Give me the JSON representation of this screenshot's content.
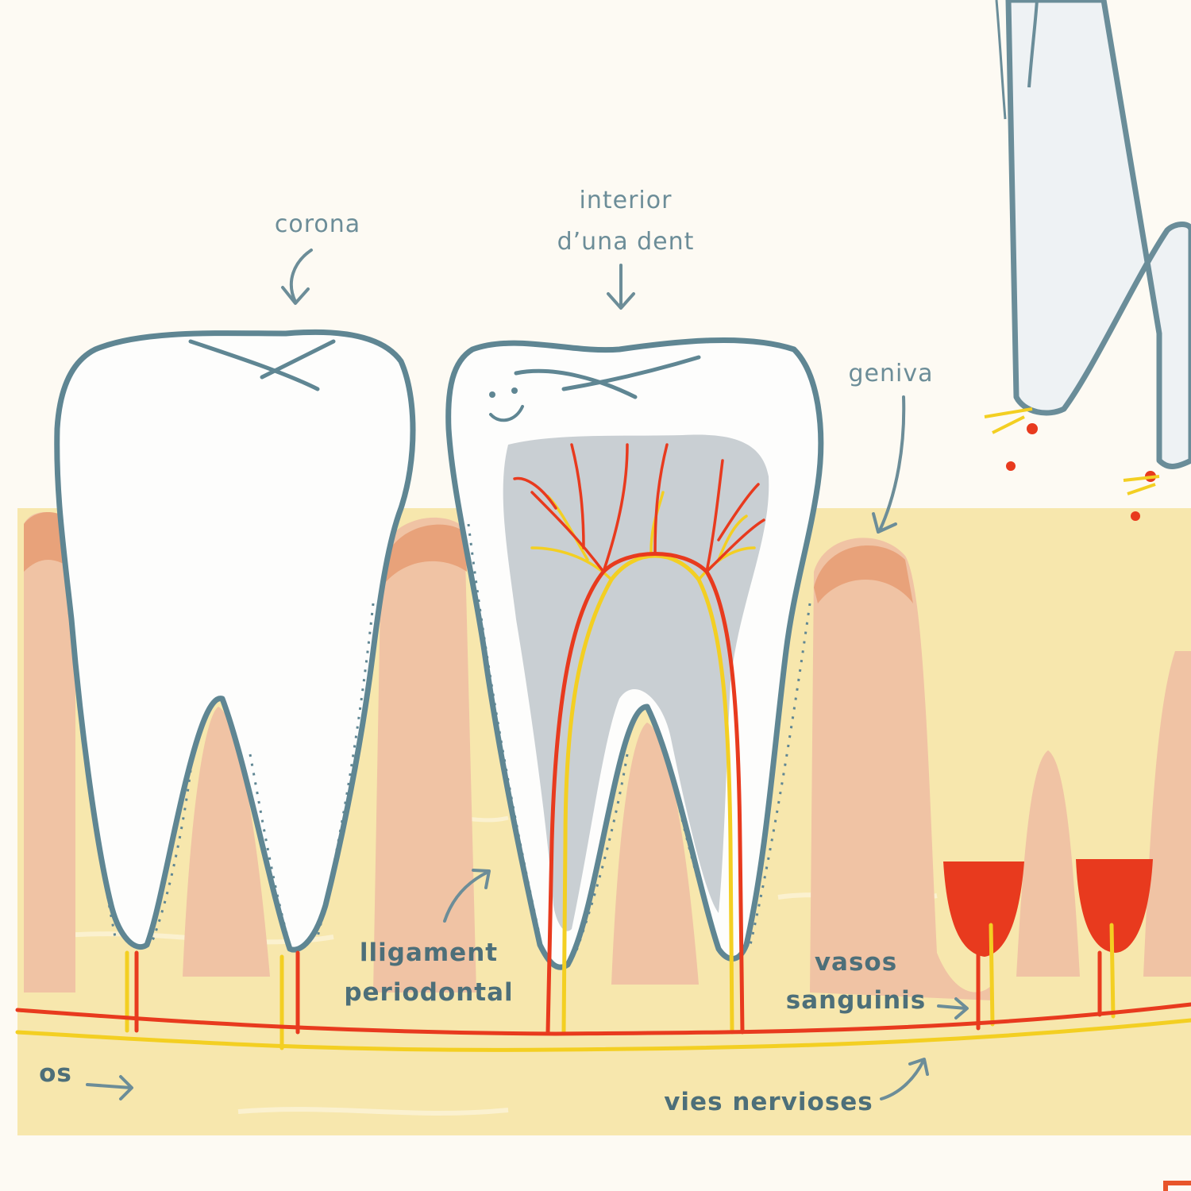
{
  "labels": {
    "corona": "corona",
    "interior_line1": "interior",
    "interior_line2": "d’una dent",
    "geniva": "geniva",
    "lligament_line1": "lligament",
    "lligament_line2": "periodontal",
    "vasos_line1": "vasos",
    "vasos_line2": "sanguinis",
    "os": "os",
    "vies_nervioses": "vies nervioses"
  },
  "colors": {
    "background": "#fdfaf3",
    "bone": "#f7e7ad",
    "gum": "#f0c3a4",
    "gum_edge": "#e8a27a",
    "tooth_outline": "#5f8693",
    "pulp": "#c9cfd3",
    "blood_vessel": "#e83a1e",
    "nerve": "#f3cf22",
    "label_text": "#6c8d98"
  },
  "icons": [
    "smiley-face-icon",
    "arrow-icon"
  ]
}
